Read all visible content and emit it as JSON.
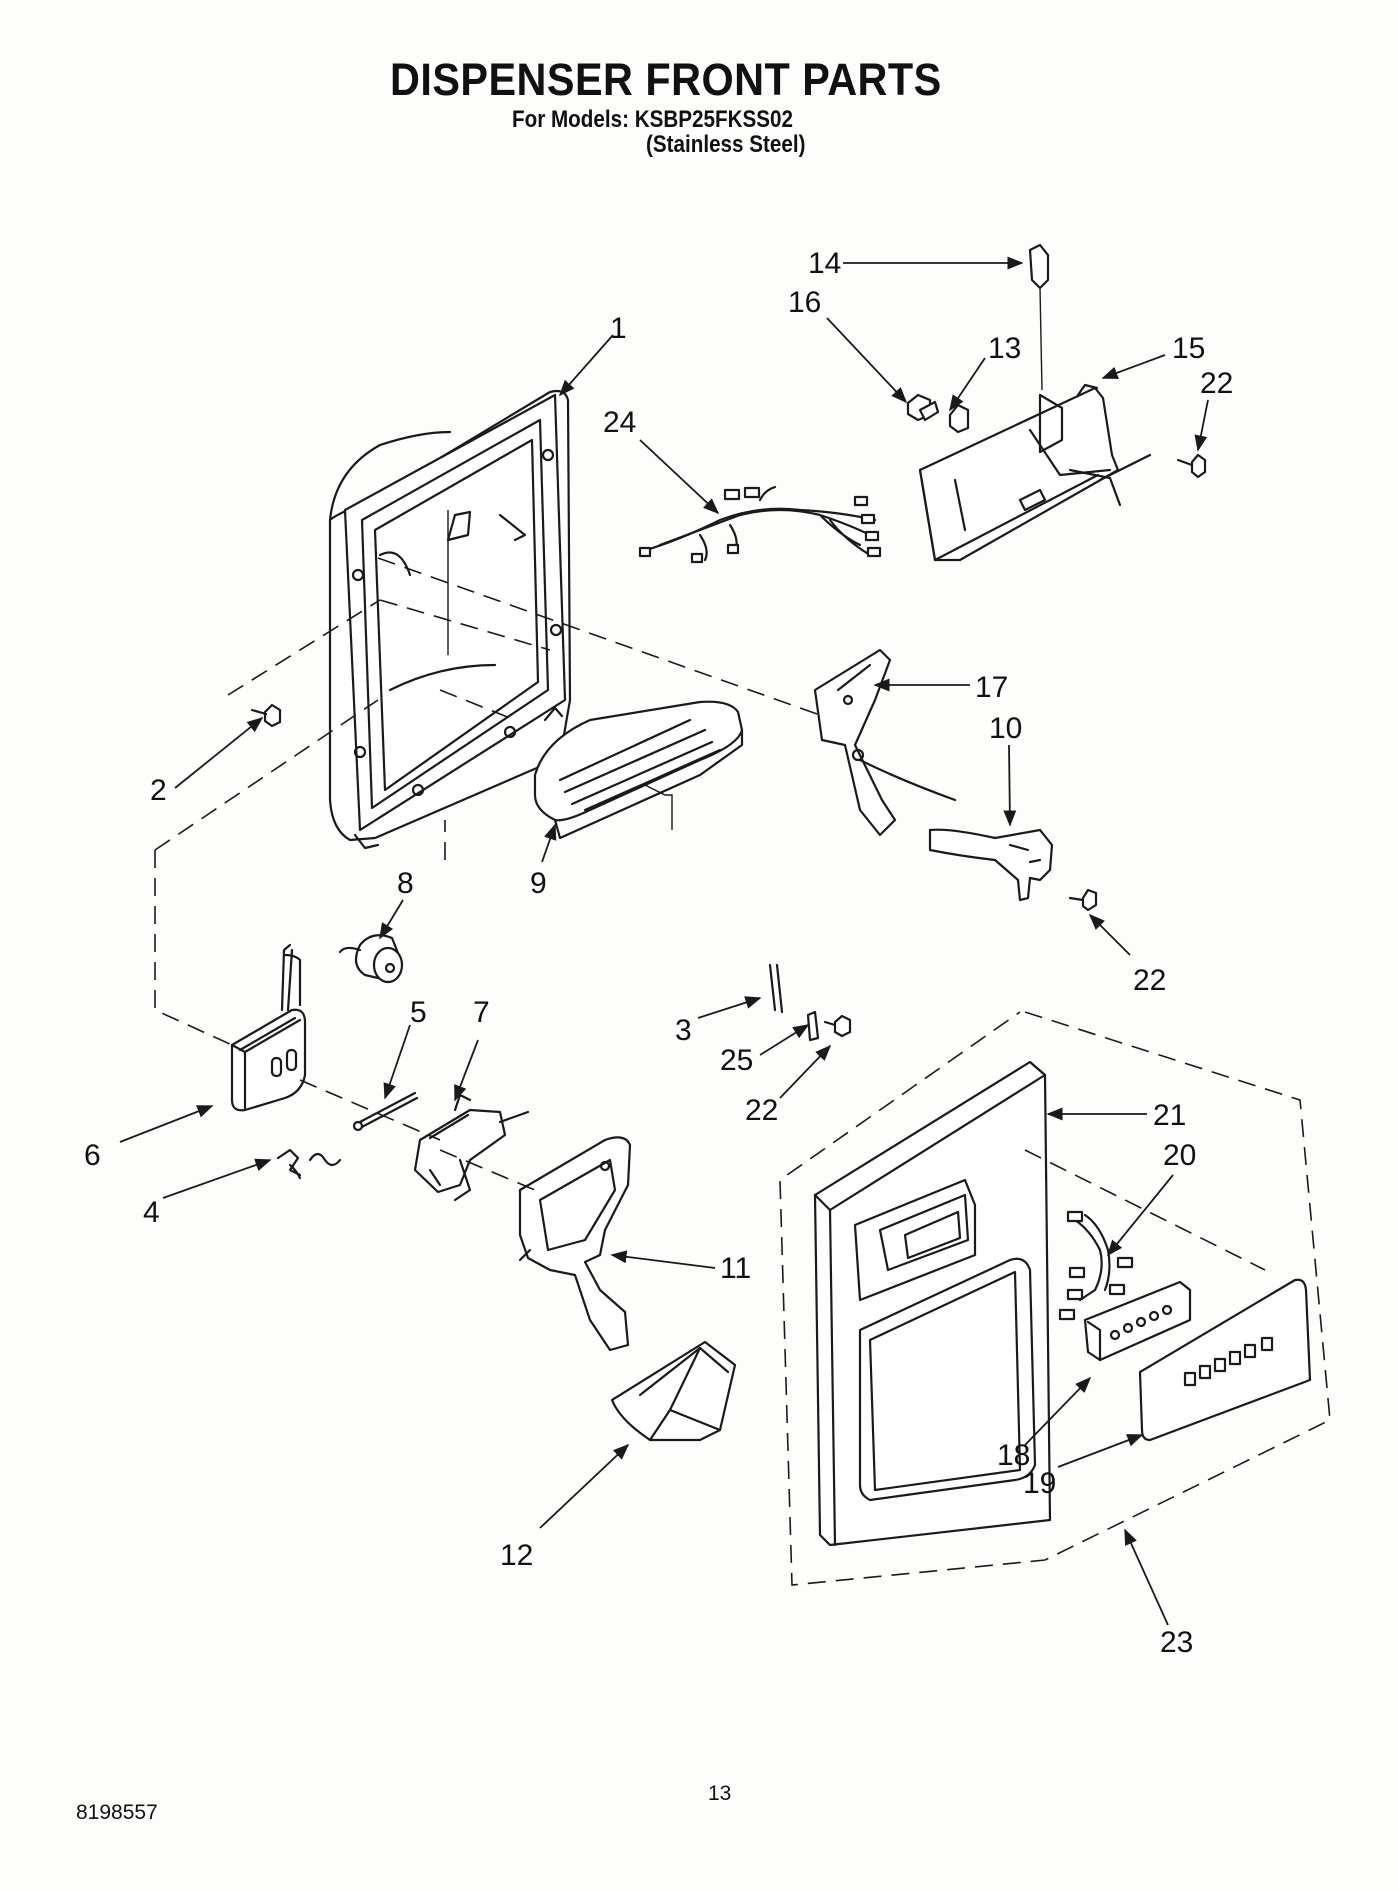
{
  "header": {
    "title": "DISPENSER FRONT PARTS",
    "models_line": "For Models: KSBP25FKSS02",
    "variant_line": "(Stainless Steel)"
  },
  "footer": {
    "page_number": "13",
    "document_number": "8198557"
  },
  "callouts": [
    {
      "id": "c1",
      "label": "1"
    },
    {
      "id": "c2",
      "label": "2"
    },
    {
      "id": "c3",
      "label": "3"
    },
    {
      "id": "c4",
      "label": "4"
    },
    {
      "id": "c5",
      "label": "5"
    },
    {
      "id": "c6",
      "label": "6"
    },
    {
      "id": "c7",
      "label": "7"
    },
    {
      "id": "c8",
      "label": "8"
    },
    {
      "id": "c9",
      "label": "9"
    },
    {
      "id": "c10",
      "label": "10"
    },
    {
      "id": "c11",
      "label": "11"
    },
    {
      "id": "c12",
      "label": "12"
    },
    {
      "id": "c13",
      "label": "13"
    },
    {
      "id": "c14",
      "label": "14"
    },
    {
      "id": "c15",
      "label": "15"
    },
    {
      "id": "c16",
      "label": "16"
    },
    {
      "id": "c17",
      "label": "17"
    },
    {
      "id": "c18",
      "label": "18"
    },
    {
      "id": "c19",
      "label": "19"
    },
    {
      "id": "c20",
      "label": "20"
    },
    {
      "id": "c21",
      "label": "21"
    },
    {
      "id": "c22a",
      "label": "22"
    },
    {
      "id": "c22b",
      "label": "22"
    },
    {
      "id": "c22c",
      "label": "22"
    },
    {
      "id": "c23",
      "label": "23"
    },
    {
      "id": "c24",
      "label": "24"
    },
    {
      "id": "c25",
      "label": "25"
    }
  ]
}
